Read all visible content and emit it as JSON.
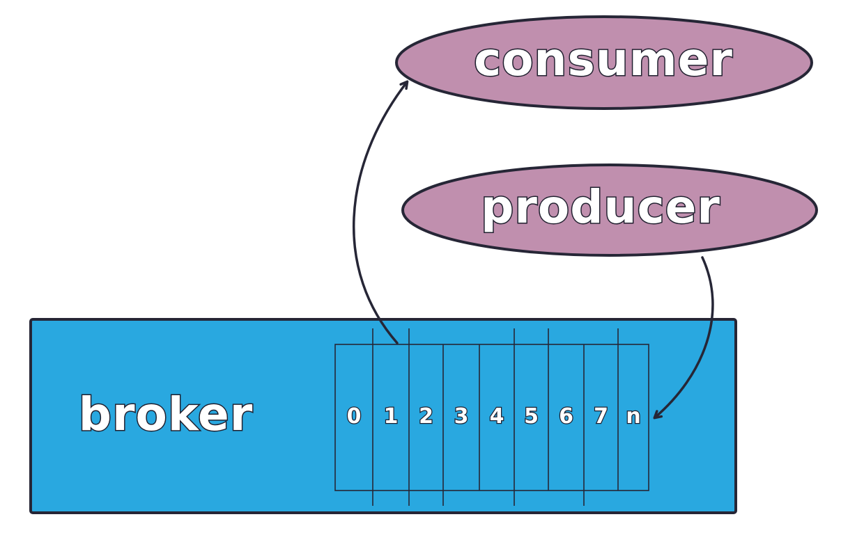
{
  "nodes": {
    "consumer": {
      "label": "consumer"
    },
    "producer": {
      "label": "producer"
    },
    "broker": {
      "label": "broker"
    }
  },
  "partition_slots": [
    "0",
    "1",
    "2",
    "3",
    "4",
    "5",
    "6",
    "7",
    "n"
  ],
  "colors": {
    "broker_fill": "#29a8e0",
    "ellipse_fill": "#c08fae",
    "outline": "#262636",
    "text": "#ffffff"
  },
  "edges": [
    {
      "from": "broker",
      "to": "consumer"
    },
    {
      "from": "producer",
      "to": "broker"
    }
  ]
}
